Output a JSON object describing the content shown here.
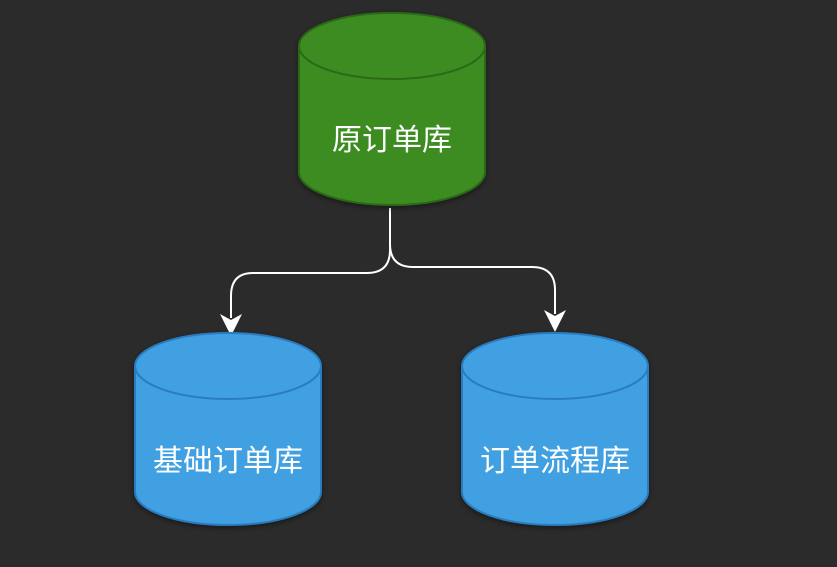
{
  "nodes": {
    "source_db": {
      "label": "原订单库",
      "fill": "#3c8c24",
      "stroke": "#2a6a18"
    },
    "base_order_db": {
      "label": "基础订单库",
      "fill": "#40a0e2",
      "stroke": "#2b7cc0"
    },
    "order_flow_db": {
      "label": "订单流程库",
      "fill": "#40a0e2",
      "stroke": "#2b7cc0"
    }
  },
  "edges": [
    {
      "from": "原订单库",
      "to": "基础订单库"
    },
    {
      "from": "原订单库",
      "to": "订单流程库"
    }
  ],
  "colors": {
    "background": "#2b2b2b",
    "connector": "#ffffff"
  }
}
